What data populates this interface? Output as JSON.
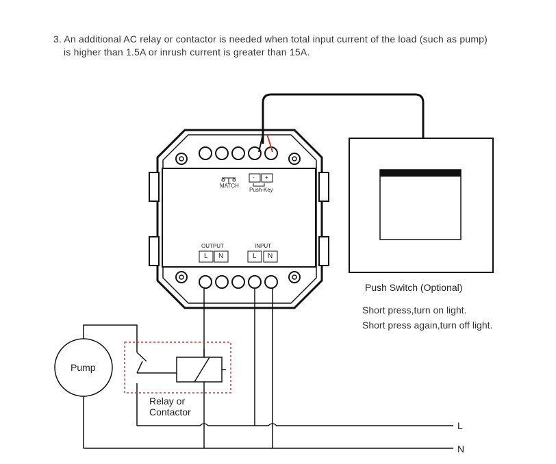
{
  "note": {
    "line1": "3. An additional AC relay or contactor is needed when total input current of the load (such as pump)",
    "line2": "is higher than 1.5A or inrush current is greater than 15A."
  },
  "device": {
    "match_label": "MATCH",
    "pushkey_minus": "-",
    "pushkey_plus": "+",
    "pushkey_label": "Push-Key",
    "output_label": "OUTPUT",
    "input_label": "INPUT",
    "out_l": "L",
    "out_n": "N",
    "in_l": "L",
    "in_n": "N"
  },
  "push_switch": {
    "title": "Push Switch (Optional)",
    "desc1": "Short press,turn on light.",
    "desc2": "Short press again,turn off light."
  },
  "pump_label": "Pump",
  "relay_label_1": "Relay or",
  "relay_label_2": "Contactor",
  "line_l": "L",
  "line_n": "N"
}
